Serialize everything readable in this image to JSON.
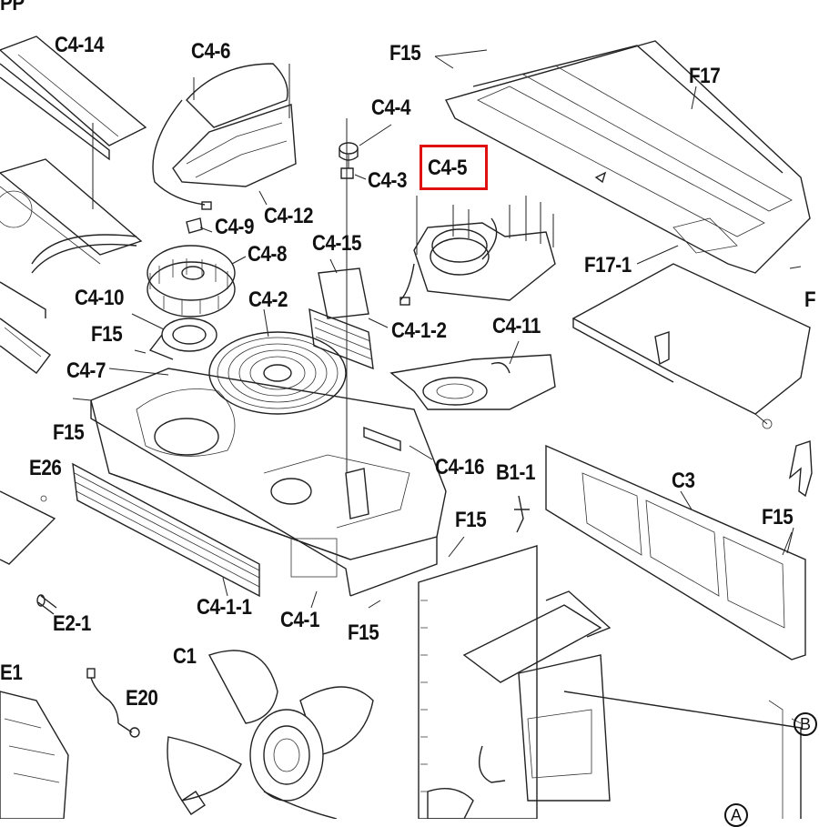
{
  "labels": {
    "top_partial": "PP",
    "c4_14": "C4-14",
    "c4_6": "C4-6",
    "f15_top": "F15",
    "f17": "F17",
    "c4_4": "C4-4",
    "c4_3": "C4-3",
    "c4_5": "C4-5",
    "c4_9": "C4-9",
    "c4_12": "C4-12",
    "c4_8": "C4-8",
    "c4_15": "C4-15",
    "f17_1": "F17-1",
    "f_right_partial": "F",
    "c4_10": "C4-10",
    "c4_2": "C4-2",
    "c4_1_2": "C4-1-2",
    "c4_11": "C4-11",
    "f15_left": "F15",
    "c4_7": "C4-7",
    "f15_left2": "F15",
    "e26": "E26",
    "c4_16": "C4-16",
    "b1_1": "B1-1",
    "c3": "C3",
    "f15_mid": "F15",
    "f15_right": "F15",
    "c4_1_1": "C4-1-1",
    "c4_1": "C4-1",
    "f15_bottom": "F15",
    "e2_1": "E2-1",
    "e1": "E1",
    "c1": "C1",
    "e20": "E20",
    "circle_b": "B",
    "circle_a": "A"
  },
  "highlight": {
    "label": "C4-5",
    "color": "#e01010"
  }
}
